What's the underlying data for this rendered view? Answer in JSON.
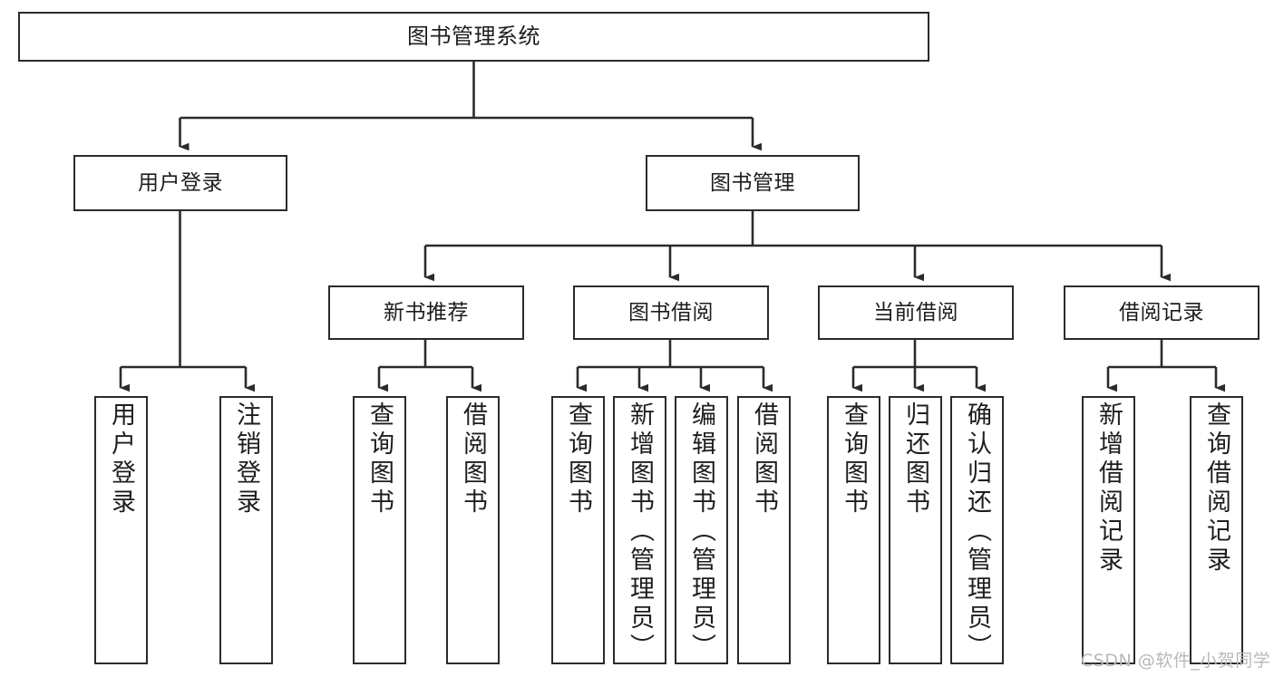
{
  "diagram": {
    "title": "图书管理系统",
    "type": "tree-hierarchy-diagram",
    "background_color": "#ffffff",
    "line_color": "#2b2b2b",
    "box_border_color": "#2b2b2b",
    "box_fill_color": "#ffffff",
    "text_color": "#1d1d1d",
    "root": {
      "label": "图书管理系统"
    },
    "level2": [
      {
        "label": "用户登录"
      },
      {
        "label": "图书管理"
      }
    ],
    "level3": [
      {
        "label": "新书推荐"
      },
      {
        "label": "图书借阅"
      },
      {
        "label": "当前借阅"
      },
      {
        "label": "借阅记录"
      }
    ],
    "leaves": {
      "user_login": [
        {
          "label": "用户登录"
        },
        {
          "label": "注销登录"
        }
      ],
      "new_book_recommend": [
        {
          "label": "查询图书"
        },
        {
          "label": "借阅图书"
        }
      ],
      "book_borrow": [
        {
          "label": "查询图书"
        },
        {
          "label": "新增图书（管理员）"
        },
        {
          "label": "编辑图书（管理员）"
        },
        {
          "label": "借阅图书"
        }
      ],
      "current_borrow": [
        {
          "label": "查询图书"
        },
        {
          "label": "归还图书"
        },
        {
          "label": "确认归还（管理员）"
        }
      ],
      "borrow_record": [
        {
          "label": "新增借阅记录"
        },
        {
          "label": "查询借阅记录"
        }
      ]
    }
  },
  "watermark": {
    "text": "CSDN @软件_小贺同学"
  }
}
